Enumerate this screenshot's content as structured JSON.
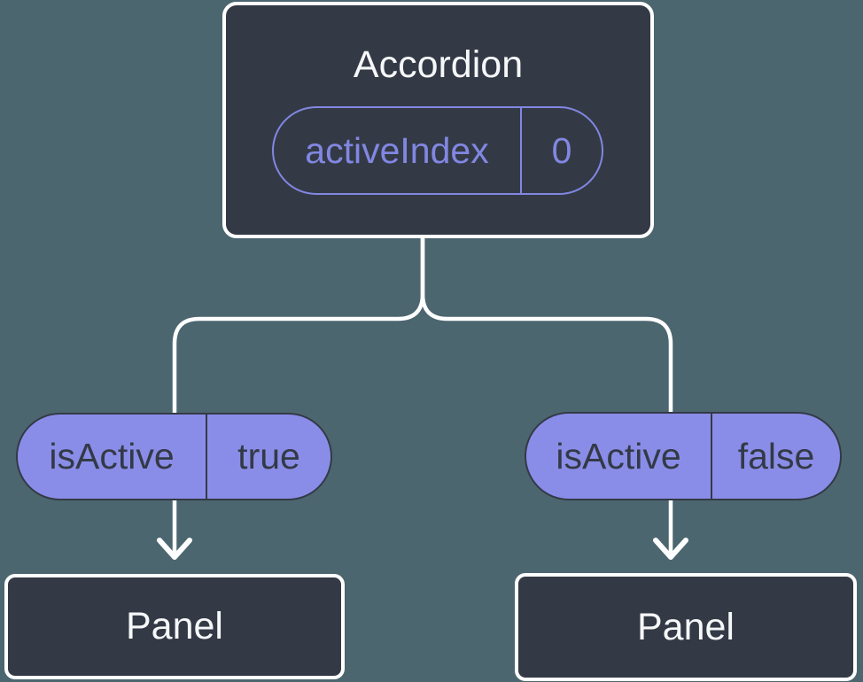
{
  "colors": {
    "background": "#4c6670",
    "node_background": "#333a46",
    "node_border": "#ffffff",
    "pill_fill": "#8a8de8",
    "pill_accent": "#8287e2",
    "dark_text": "#333a46",
    "light_text": "#f6f7f9",
    "connector": "#ffffff"
  },
  "tree": {
    "root": {
      "title": "Accordion",
      "prop": {
        "name": "activeIndex",
        "value": "0"
      }
    },
    "children": [
      {
        "prop": {
          "name": "isActive",
          "value": "true"
        },
        "node": {
          "title": "Panel"
        }
      },
      {
        "prop": {
          "name": "isActive",
          "value": "false"
        },
        "node": {
          "title": "Panel"
        }
      }
    ]
  }
}
